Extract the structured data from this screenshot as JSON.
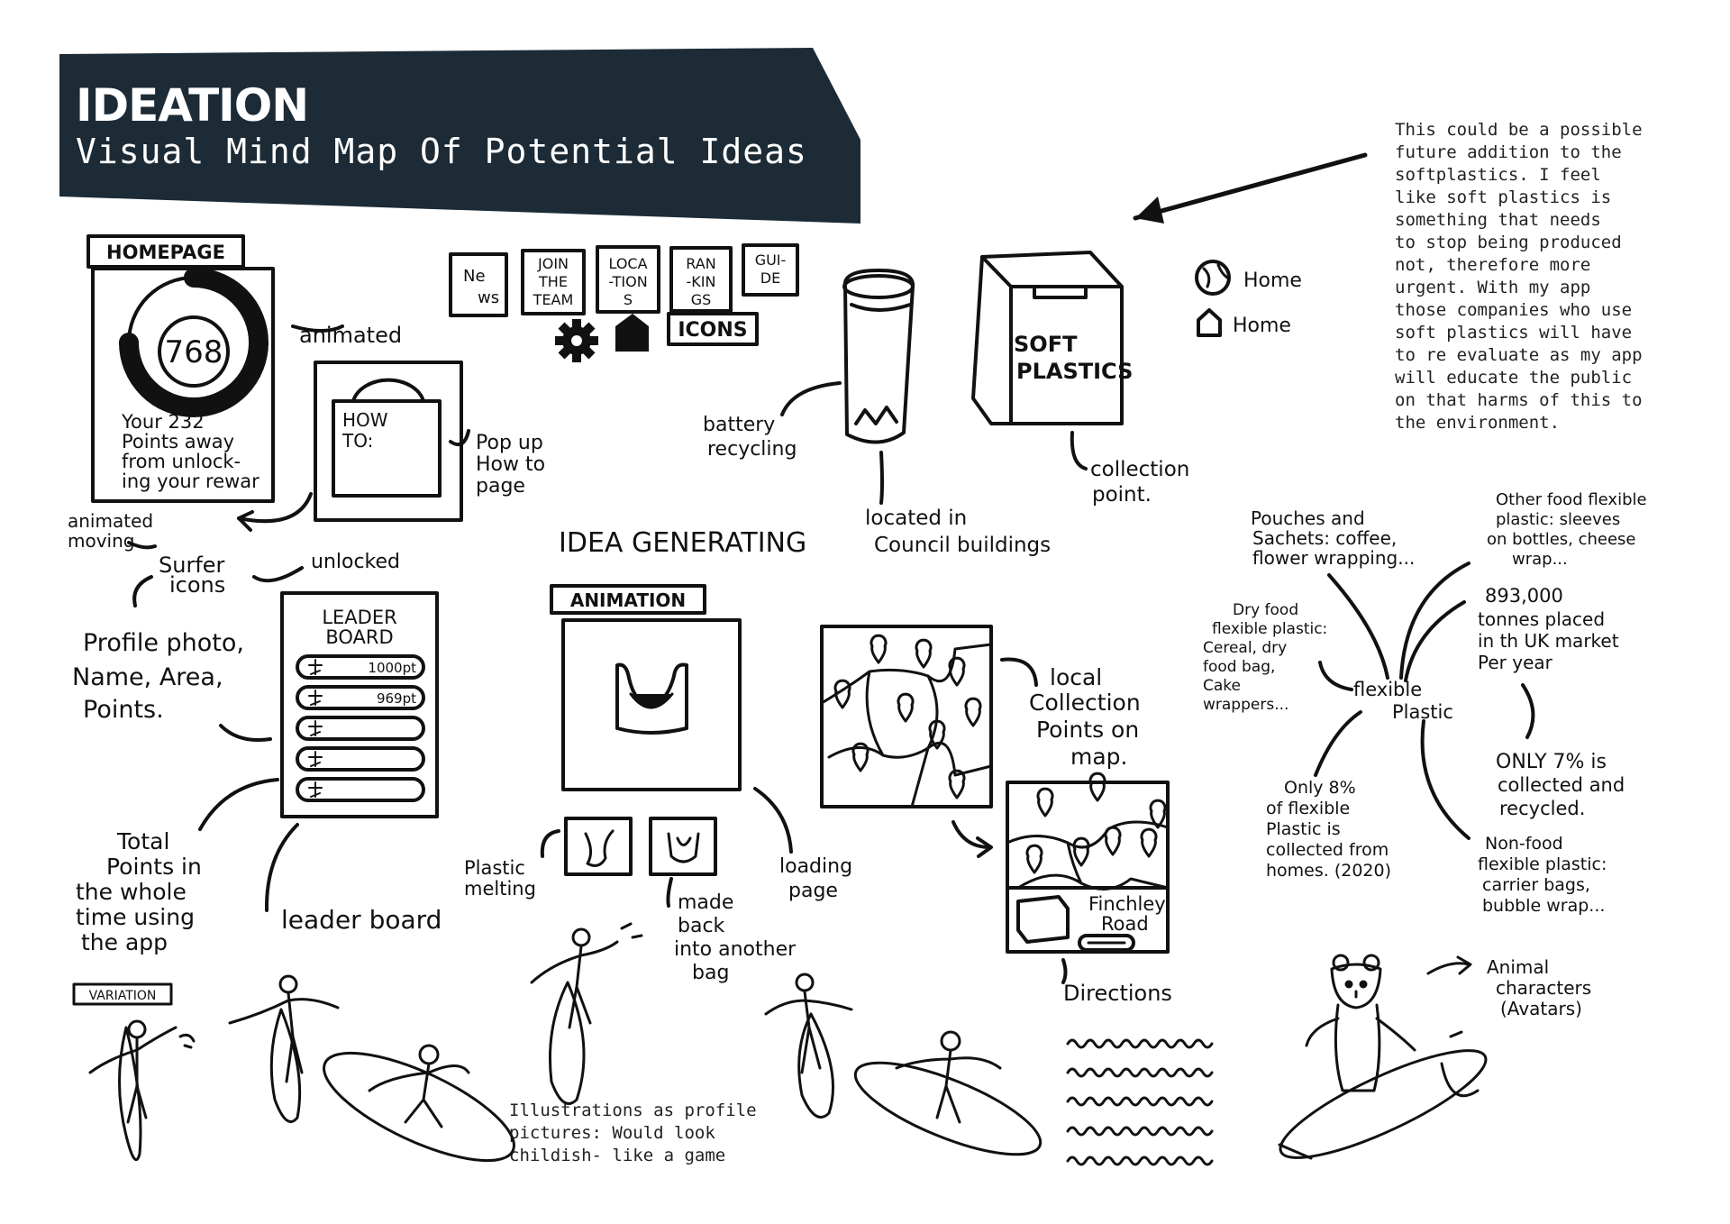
{
  "header": {
    "title": "IDEATION",
    "subtitle": "Visual Mind Map Of Potential Ideas"
  },
  "notes": {
    "top_right": "This could be a possible\nfuture addition to the\nsoftplastics. I feel\nlike soft plastics is\nsomething that needs\nto stop being produced\nnot, therefore more\nurgent. With my app\nthose companies who use\nsoft plastics will have\nto re evaluate as my app\nwill educate the public\non that harms of this to\nthe environment.",
    "illustrations": "Illustrations as profile\npictures: Would look\nchildish- like a game"
  },
  "homepage": {
    "tag": "HOMEPAGE",
    "points": "768",
    "caption_lines": [
      "Your 232",
      "Points away",
      "from unlock-",
      "ing your rewar"
    ],
    "animated": "animated",
    "popup_card": [
      "HOW",
      "TO:"
    ],
    "popup_lines": [
      "Pop up",
      "How to",
      "page"
    ],
    "animated_moving": [
      "animated",
      "moving"
    ],
    "surfer_icons": [
      "Surfer",
      "icons"
    ],
    "unlocked": "unlocked",
    "profile_lines": [
      "Profile photo,",
      "Name, Area,",
      "Points."
    ]
  },
  "nav_tiles": [
    {
      "lines": [
        "Ne",
        "ws"
      ]
    },
    {
      "lines": [
        "JOIN",
        "THE",
        "TEAM"
      ]
    },
    {
      "lines": [
        "LOCA",
        "-TION",
        "S"
      ]
    },
    {
      "lines": [
        "RAN",
        "-KIN",
        "GS"
      ]
    },
    {
      "lines": [
        "GUI-",
        "DE"
      ]
    }
  ],
  "icons_tag": "ICONS",
  "home_labels": [
    "Home",
    "Home"
  ],
  "battery": {
    "lines": [
      "battery",
      "recycling"
    ],
    "located": [
      "located in",
      "Council buildings"
    ]
  },
  "soft_plastics": {
    "box_lines": [
      "SOFT",
      "PLASTICS"
    ],
    "collection": [
      "collection",
      "point."
    ]
  },
  "idea_generating": "IDEA GENERATING",
  "leaderboard": {
    "title_lines": [
      "LEADER",
      "BOARD"
    ],
    "rows": [
      "1000pt",
      "969pt",
      "",
      "",
      ""
    ],
    "total_lines": [
      "Total",
      "Points in",
      "the whole",
      "time using",
      "the app"
    ],
    "label": "leader board"
  },
  "animation": {
    "tag": "ANIMATION",
    "melting": [
      "Plastic",
      "melting"
    ],
    "made_back": [
      "made",
      "back",
      "into another",
      "bag"
    ],
    "loading": [
      "loading",
      "page"
    ]
  },
  "map": {
    "local_lines": [
      "local",
      "Collection",
      "Points on",
      "map."
    ],
    "street_lines": [
      "Finchley",
      "Road"
    ],
    "directions": "Directions"
  },
  "flexible_plastic": {
    "center": [
      "flexible",
      "Plastic"
    ],
    "pouches": [
      "Pouches and",
      "Sachets: coffee,",
      "flower wrapping..."
    ],
    "other_food": [
      "Other food flexible",
      "plastic: sleeves",
      "on bottles, cheese",
      "wrap..."
    ],
    "dry_food": [
      "Dry food",
      "flexible plastic:",
      "Cereal, dry",
      "food bag,",
      "Cake",
      "wrappers..."
    ],
    "tonnes": [
      "893,000",
      "tonnes placed",
      "in th UK market",
      "Per year"
    ],
    "only8": [
      "Only 8%",
      "of flexible",
      "Plastic is",
      "collected from",
      "homes. (2020)"
    ],
    "only7": [
      "ONLY 7% is",
      "collected and",
      "recycled."
    ],
    "non_food": [
      "Non-food",
      "flexible plastic:",
      "carrier bags,",
      "bubble wrap..."
    ]
  },
  "variation_tag": "VARIATION",
  "animal": [
    "Animal",
    "characters",
    "(Avatars)"
  ],
  "colors": {
    "banner": "#1c2b36",
    "ink": "#111111",
    "note": "#222222"
  }
}
